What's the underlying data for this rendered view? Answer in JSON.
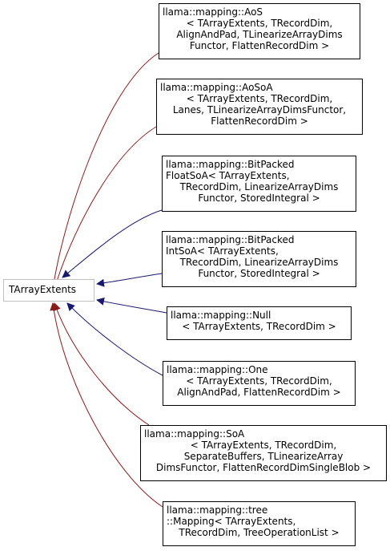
{
  "root": {
    "label": "TArrayExtents"
  },
  "nodes": [
    {
      "id": "aos",
      "lines": [
        "llama::mapping::AoS",
        "< TArrayExtents, TRecordDim,",
        "AlignAndPad, TLinearizeArrayDims",
        "Functor, FlattenRecordDim >"
      ],
      "edge_color": "#8b1a1a"
    },
    {
      "id": "aosoa",
      "lines": [
        "llama::mapping::AoSoA",
        "< TArrayExtents, TRecordDim,",
        "Lanes, TLinearizeArrayDimsFunctor,",
        "FlattenRecordDim >"
      ],
      "edge_color": "#8b1a1a"
    },
    {
      "id": "bitpacked-float",
      "lines": [
        "llama::mapping::BitPacked",
        "FloatSoA< TArrayExtents,",
        "TRecordDim, LinearizeArrayDims",
        "Functor, StoredIntegral >"
      ],
      "edge_color": "#191970"
    },
    {
      "id": "bitpacked-int",
      "lines": [
        "llama::mapping::BitPacked",
        "IntSoA< TArrayExtents,",
        "TRecordDim, LinearizeArrayDims",
        "Functor, StoredIntegral >"
      ],
      "edge_color": "#191970"
    },
    {
      "id": "null",
      "lines": [
        "llama::mapping::Null",
        "< TArrayExtents, TRecordDim >"
      ],
      "edge_color": "#191970"
    },
    {
      "id": "one",
      "lines": [
        "llama::mapping::One",
        "< TArrayExtents, TRecordDim,",
        "AlignAndPad, FlattenRecordDim >"
      ],
      "edge_color": "#191970"
    },
    {
      "id": "soa",
      "lines": [
        "llama::mapping::SoA",
        "< TArrayExtents, TRecordDim,",
        "SeparateBuffers, TLinearizeArray",
        "DimsFunctor, FlattenRecordDimSingleBlob >"
      ],
      "edge_color": "#8b1a1a"
    },
    {
      "id": "tree",
      "lines": [
        "llama::mapping::tree",
        "::Mapping< TArrayExtents,",
        "TRecordDim, TreeOperationList >"
      ],
      "edge_color": "#8b1a1a"
    }
  ]
}
